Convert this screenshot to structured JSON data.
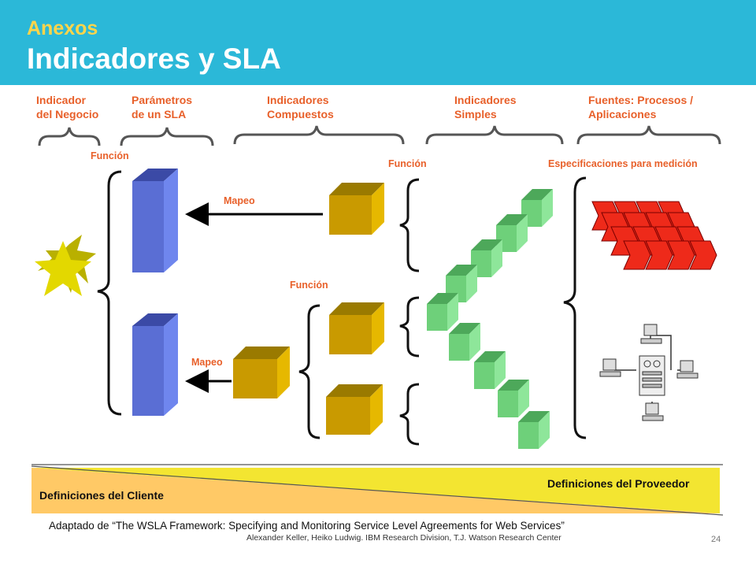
{
  "header": {
    "subtitle": "Anexos",
    "title": "Indicadores y SLA"
  },
  "categories": [
    {
      "line1": "Indicador",
      "line2": "del Negocio"
    },
    {
      "line1": "Parámetros",
      "line2": "de un SLA"
    },
    {
      "line1": "Indicadores",
      "line2": "Compuestos"
    },
    {
      "line1": "Indicadores",
      "line2": "Simples"
    },
    {
      "line1": "Fuentes: Procesos /",
      "line2": "Aplicaciones"
    }
  ],
  "labels": {
    "funcion_left": "Función",
    "funcion_mid": "Función",
    "funcion_center": "Función",
    "especificaciones": "Especificaciones para medición",
    "mapeo_top": "Mapeo",
    "mapeo_bottom": "Mapeo"
  },
  "bands": {
    "provider": "Definiciones del Proveedor",
    "client": "Definiciones del Cliente"
  },
  "credit": {
    "line1": "Adaptado de  “The WSLA Framework: Specifying and Monitoring Service Level Agreements for Web Services”",
    "line2": "Alexander Keller, Heiko Ludwig. IBM Research Division, T.J. Watson Research Center"
  },
  "page_number": "24",
  "colors": {
    "header": "#2bb8d8",
    "accent_text": "#e8602a",
    "subtitle": "#ffd54a",
    "blue_bar": "#5a70d6",
    "gold_cube": "#c99a00",
    "green_cube": "#6ed07a",
    "red_process": "#ee2a1a",
    "band_yellow": "#f3e531",
    "band_orange": "#ffc966",
    "star": "#e3d800"
  },
  "icons": [
    "star-icon",
    "process-arrows-icon",
    "computer-network-icon"
  ]
}
